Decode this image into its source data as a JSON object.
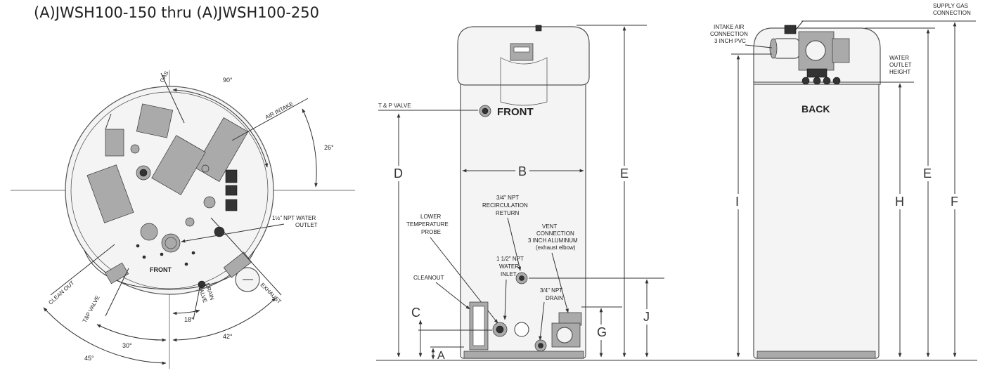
{
  "title": "(A)JWSH100-150 thru (A)JWSH100-250",
  "top_view": {
    "angles": {
      "a90": "90°",
      "a26": "26°",
      "a18": "18°",
      "a30": "30°",
      "a42": "42°",
      "a45": "45°"
    },
    "labels": {
      "gas": "GAS",
      "air_intake": "AIR INTAKE",
      "water_outlet_1": "1½\" NPT WATER",
      "water_outlet_2": "OUTLET",
      "front": "FRONT",
      "clean_out": "CLEAN OUT",
      "tp_valve": "T&P VALVE",
      "drain_valve_1": "DRAIN",
      "drain_valve_2": "VALVE",
      "exhaust": "EXHAUST"
    }
  },
  "front_view": {
    "tp_valve": "T & P VALVE",
    "front": "FRONT",
    "lower_temp": [
      "LOWER",
      "TEMPERATURE",
      "PROBE"
    ],
    "recirc": [
      "3/4\" NPT",
      "RECIRCULATION",
      "RETURN"
    ],
    "vent": [
      "VENT",
      "CONNECTION",
      "3 INCH ALUMINUM",
      "(exhaust elbow)"
    ],
    "water_inlet": [
      "1 1/2\" NPT",
      "WATER",
      "INLET"
    ],
    "cleanout": "CLEANOUT",
    "drain": [
      "3/4\" NPT",
      "DRAIN"
    ],
    "dims": {
      "A": "A",
      "B": "B",
      "C": "C",
      "D": "D",
      "E": "E",
      "G": "G",
      "J": "J"
    }
  },
  "back_view": {
    "intake_air": [
      "INTAKE AIR",
      "CONNECTION",
      "3 INCH PVC"
    ],
    "supply_gas": [
      "SUPPLY GAS",
      "CONNECTION"
    ],
    "water_outlet": [
      "WATER",
      "OUTLET",
      "HEIGHT"
    ],
    "back": "BACK",
    "dims": {
      "I": "I",
      "H": "H",
      "E": "E",
      "F": "F"
    }
  }
}
